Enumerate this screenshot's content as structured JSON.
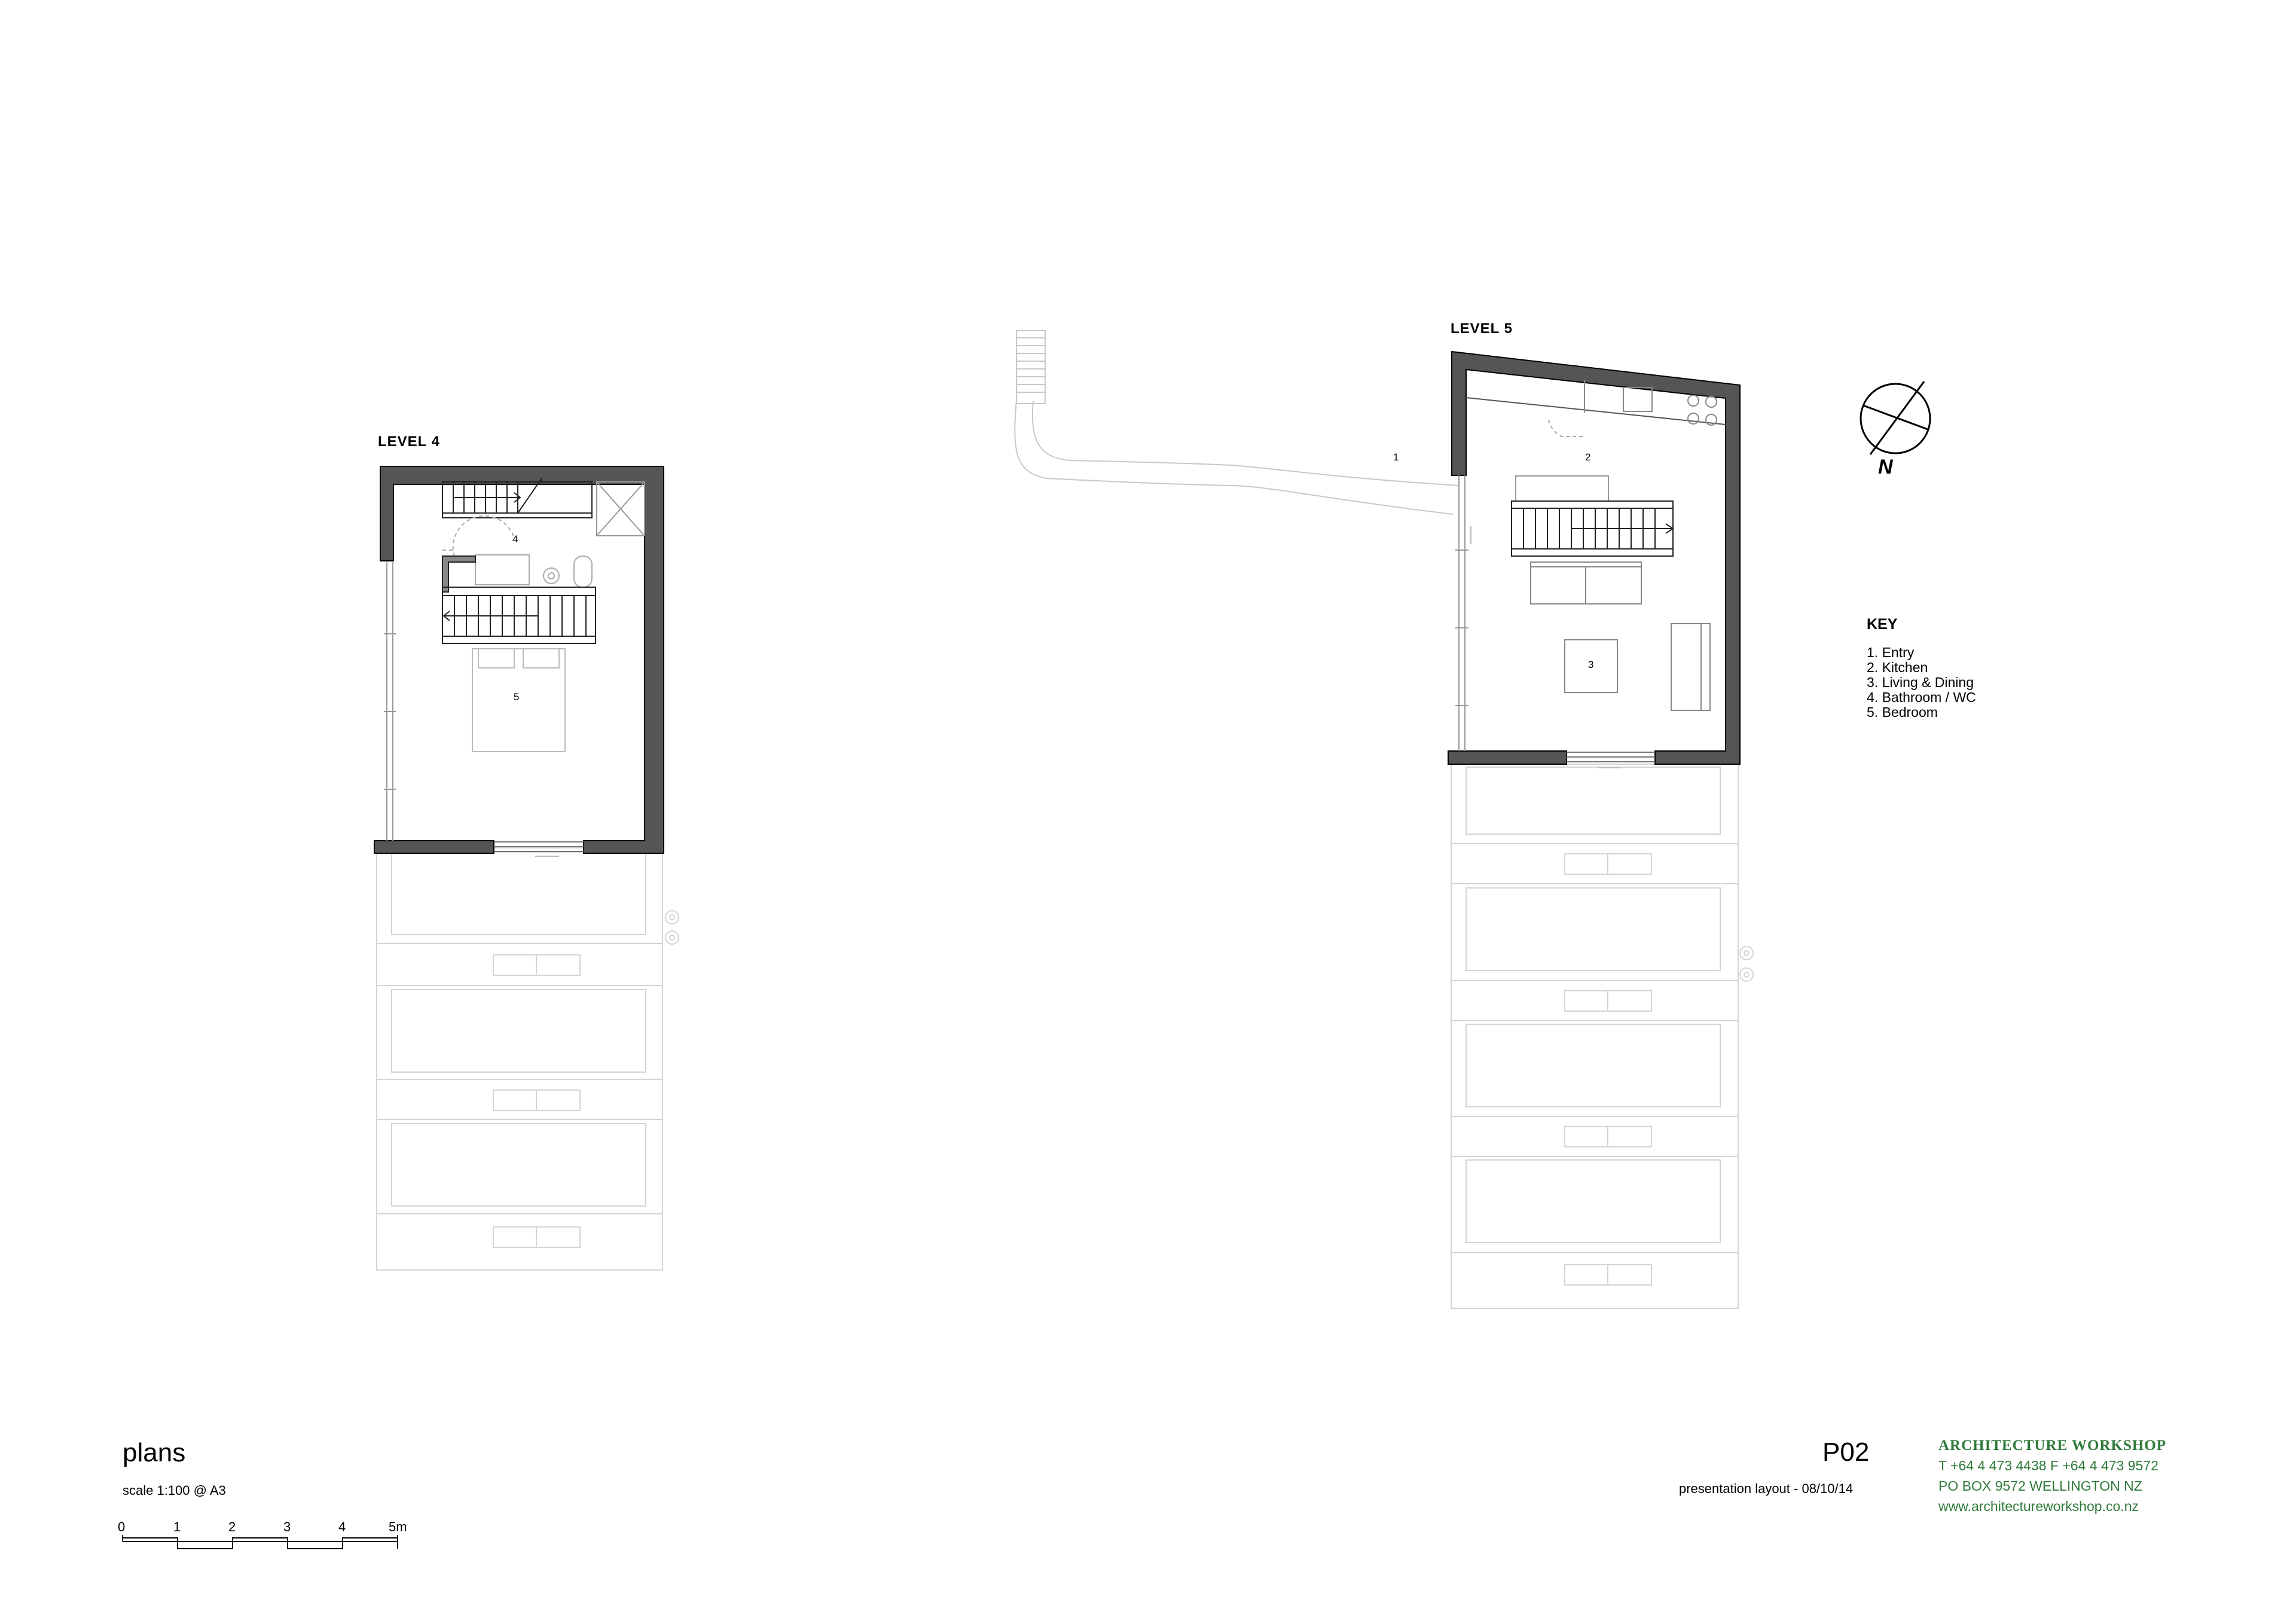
{
  "levels": [
    {
      "label": "LEVEL 4",
      "rooms": [
        "4",
        "5"
      ]
    },
    {
      "label": "LEVEL 5",
      "rooms": [
        "1",
        "2",
        "3"
      ]
    }
  ],
  "key": {
    "title": "KEY",
    "items": [
      "1.  Entry",
      "2.  Kitchen",
      "3.  Living & Dining",
      "4.  Bathroom / WC",
      "5.  Bedroom"
    ]
  },
  "north_label": "N",
  "title_block": {
    "title": "plans",
    "scale": "scale 1:100 @ A3",
    "scale_bar_labels": [
      "0",
      "1",
      "2",
      "3",
      "4",
      "5m"
    ],
    "sheet_number": "P02",
    "presentation": "presentation layout - 08/10/14"
  },
  "firm": {
    "name": "ARCHITECTURE WORKSHOP",
    "phone": "T +64 4 473 4438 F +64 4 473 9572",
    "address": "PO BOX 9572 WELLINGTON NZ",
    "website": "www.architectureworkshop.co.nz",
    "color": "#2f7a3a"
  },
  "colors": {
    "wall_fill": "#555555",
    "faint_line": "#d4d4d4"
  }
}
